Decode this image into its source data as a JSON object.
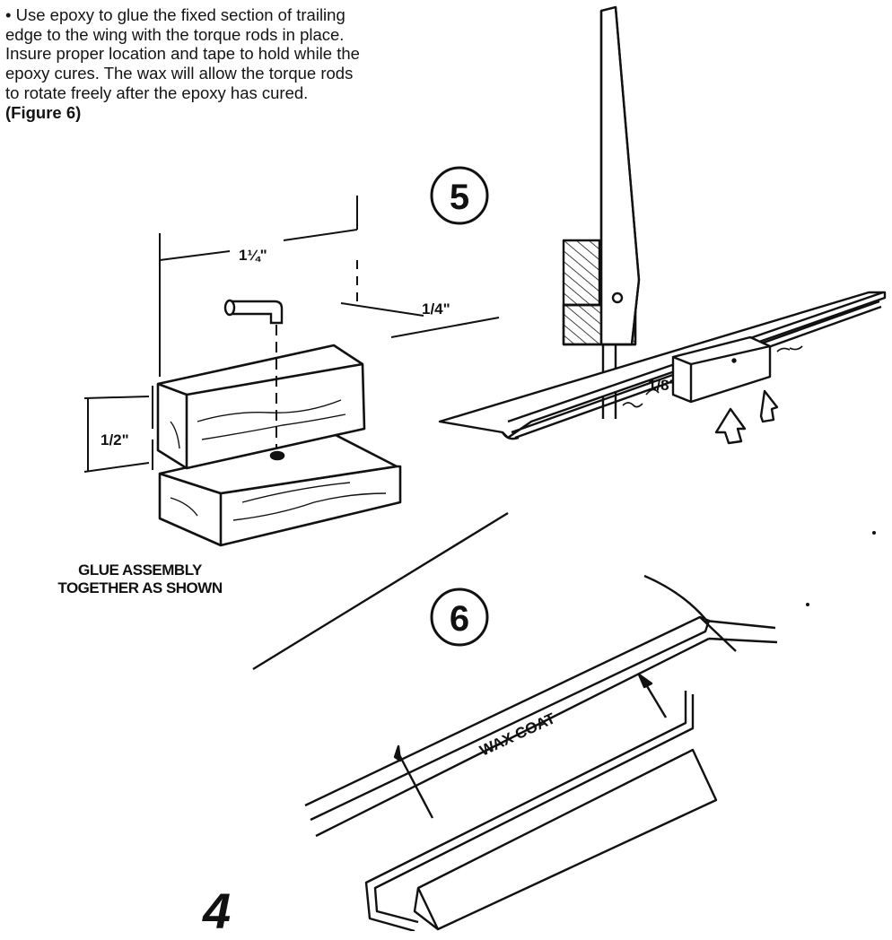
{
  "instruction": {
    "text": "• Use epoxy to glue the fixed section of trailing edge to the wing with the torque rods in place.  Insure proper location and tape to hold while the epoxy cures.  The wax will allow the torque rods to rotate freely after the epoxy has cured.",
    "figure_ref": "(Figure 6)"
  },
  "figure5": {
    "number": "5",
    "dim_width": "1¼\"",
    "dim_offset": "1/4\"",
    "dim_height": "1/2\"",
    "dim_hole": "1/8\"",
    "caption_line1": "GLUE ASSEMBLY",
    "caption_line2": "TOGETHER AS SHOWN"
  },
  "figure6": {
    "number": "6",
    "label": "WAX COAT"
  },
  "page_number": "4"
}
